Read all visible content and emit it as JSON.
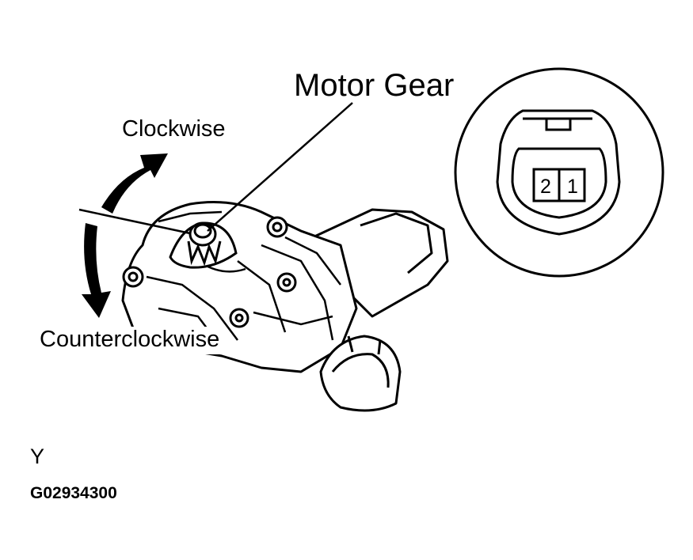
{
  "labels": {
    "motor_gear": "Motor Gear",
    "clockwise": "Clockwise",
    "counterclockwise": "Counterclockwise",
    "view": "Y",
    "figure_code": "G02934300"
  },
  "connector": {
    "pins": [
      "2",
      "1"
    ]
  },
  "colors": {
    "ink": "#000000",
    "paper": "#ffffff"
  }
}
